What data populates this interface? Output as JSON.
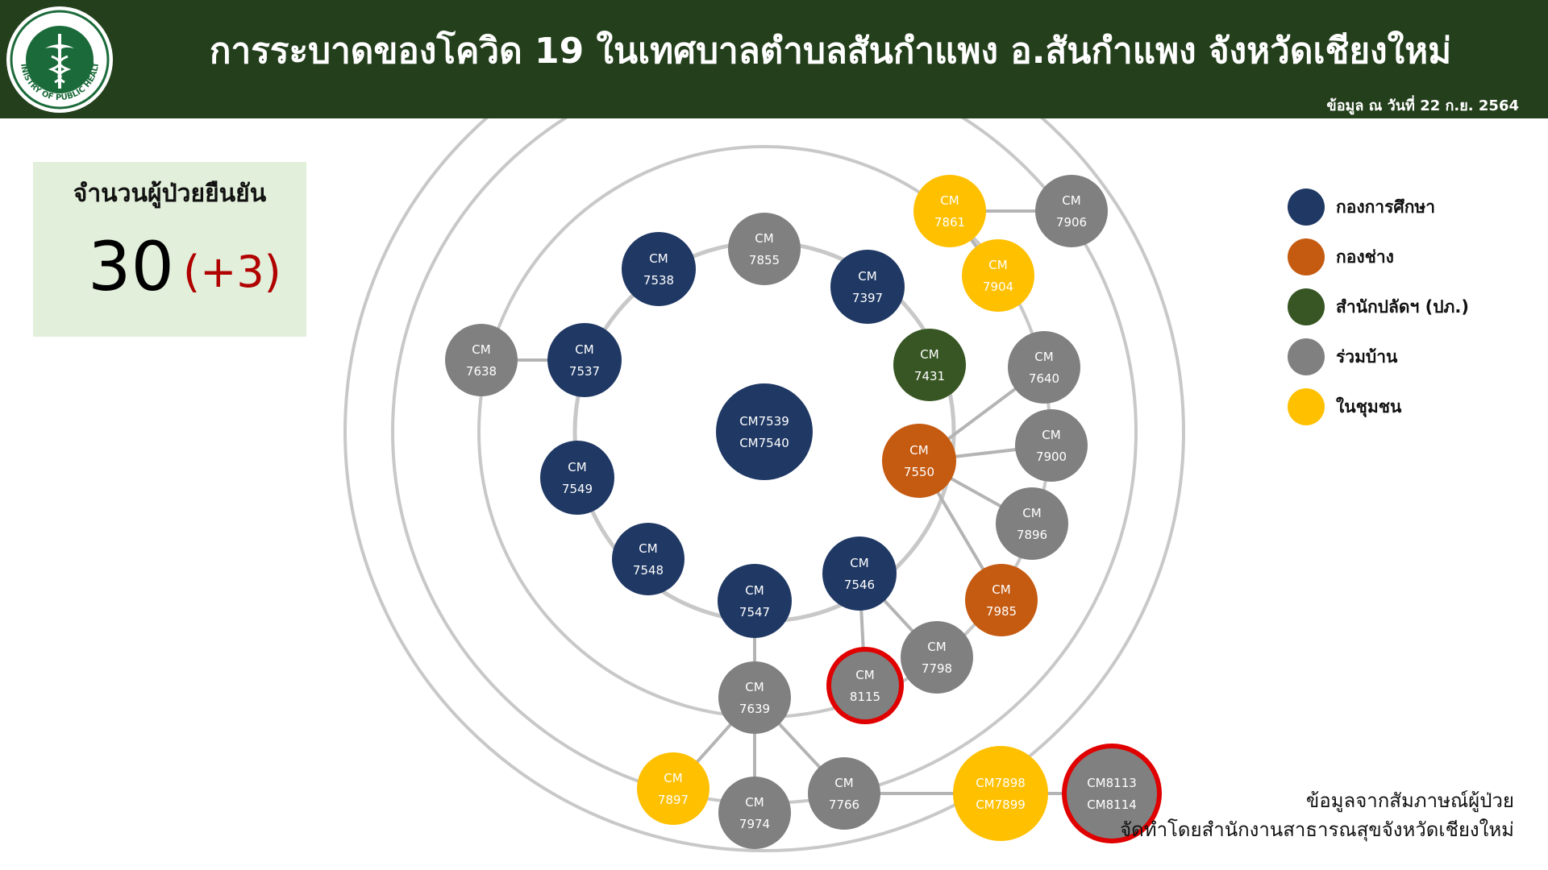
{
  "header": {
    "title": "การระบาดของโควิด 19 ในเทศบาลตำบลสันกำแพง อ.สันกำแพง จังหวัดเชียงใหม่",
    "as_of": "ข้อมูล ณ วันที่ 22 ก.ย. 2564",
    "logo": {
      "icon": "ministry-of-public-health-seal-icon",
      "text": "MINISTRY OF PUBLIC HEALTH",
      "color": "#1b6b3a"
    }
  },
  "summary": {
    "label": "จำนวนผู้ป่วยยืนยัน",
    "count": "30",
    "delta": "(+3)"
  },
  "legend": [
    {
      "label": "กองการศึกษา",
      "color": "#1f3864"
    },
    {
      "label": "กองช่าง",
      "color": "#c55a11"
    },
    {
      "label": "สำนักปลัดฯ (ปภ.)",
      "color": "#375623"
    },
    {
      "label": "ร่วมบ้าน",
      "color": "#808080"
    },
    {
      "label": "ในชุมชน",
      "color": "#ffc000"
    }
  ],
  "colors": {
    "education": "#1f3864",
    "engineering": "#c55a11",
    "office": "#375623",
    "household": "#808080",
    "community": "#ffc000",
    "highlight_border": "#e00000",
    "ring": "#c8c8c8",
    "edge": "#b4b4b4"
  },
  "nodes": [
    {
      "id": "c7539",
      "lines": [
        "CM7539",
        "CM7540"
      ],
      "group": "education"
    },
    {
      "id": "c7538",
      "lines": [
        "CM",
        "7538"
      ],
      "group": "education"
    },
    {
      "id": "c7855",
      "lines": [
        "CM",
        "7855"
      ],
      "group": "household"
    },
    {
      "id": "c7397",
      "lines": [
        "CM",
        "7397"
      ],
      "group": "education"
    },
    {
      "id": "c7431",
      "lines": [
        "CM",
        "7431"
      ],
      "group": "office"
    },
    {
      "id": "c7550",
      "lines": [
        "CM",
        "7550"
      ],
      "group": "engineering"
    },
    {
      "id": "c7546",
      "lines": [
        "CM",
        "7546"
      ],
      "group": "education"
    },
    {
      "id": "c7547",
      "lines": [
        "CM",
        "7547"
      ],
      "group": "education"
    },
    {
      "id": "c7548",
      "lines": [
        "CM",
        "7548"
      ],
      "group": "education"
    },
    {
      "id": "c7549",
      "lines": [
        "CM",
        "7549"
      ],
      "group": "education"
    },
    {
      "id": "c7537",
      "lines": [
        "CM",
        "7537"
      ],
      "group": "education"
    },
    {
      "id": "c7638",
      "lines": [
        "CM",
        "7638"
      ],
      "group": "household"
    },
    {
      "id": "c7861",
      "lines": [
        "CM",
        "7861"
      ],
      "group": "community"
    },
    {
      "id": "c7906",
      "lines": [
        "CM",
        "7906"
      ],
      "group": "household"
    },
    {
      "id": "c7904",
      "lines": [
        "CM",
        "7904"
      ],
      "group": "community"
    },
    {
      "id": "c7640",
      "lines": [
        "CM",
        "7640"
      ],
      "group": "household"
    },
    {
      "id": "c7900",
      "lines": [
        "CM",
        "7900"
      ],
      "group": "household"
    },
    {
      "id": "c7896",
      "lines": [
        "CM",
        "7896"
      ],
      "group": "household"
    },
    {
      "id": "c7985",
      "lines": [
        "CM",
        "7985"
      ],
      "group": "engineering"
    },
    {
      "id": "c7798",
      "lines": [
        "CM",
        "7798"
      ],
      "group": "household"
    },
    {
      "id": "c8115",
      "lines": [
        "CM",
        "8115"
      ],
      "group": "household",
      "highlight": true
    },
    {
      "id": "c7639",
      "lines": [
        "CM",
        "7639"
      ],
      "group": "household"
    },
    {
      "id": "c7897",
      "lines": [
        "CM",
        "7897"
      ],
      "group": "community"
    },
    {
      "id": "c7974",
      "lines": [
        "CM",
        "7974"
      ],
      "group": "household"
    },
    {
      "id": "c7766",
      "lines": [
        "CM",
        "7766"
      ],
      "group": "household"
    },
    {
      "id": "c7898",
      "lines": [
        "CM7898",
        "CM7899"
      ],
      "group": "community"
    },
    {
      "id": "c8113",
      "lines": [
        "CM8113",
        "CM8114"
      ],
      "group": "household",
      "highlight": true
    }
  ],
  "edges": [
    [
      "c7638",
      "c7537"
    ],
    [
      "c7861",
      "c7906"
    ],
    [
      "c7861",
      "c7904"
    ],
    [
      "c7550",
      "c7640"
    ],
    [
      "c7550",
      "c7900"
    ],
    [
      "c7550",
      "c7896"
    ],
    [
      "c7550",
      "c7985"
    ],
    [
      "c7546",
      "c8115"
    ],
    [
      "c7546",
      "c7798"
    ],
    [
      "c7547",
      "c7639"
    ],
    [
      "c7639",
      "c7897"
    ],
    [
      "c7639",
      "c7974"
    ],
    [
      "c7639",
      "c7766"
    ],
    [
      "c7766",
      "c7898"
    ],
    [
      "c7898",
      "c8113"
    ]
  ],
  "footer": {
    "source": "ข้อมูลจากสัมภาษณ์ผู้ป่วย",
    "prepared_by": "จัดทำโดยสำนักงานสาธารณสุขจังหวัดเชียงใหม่"
  }
}
